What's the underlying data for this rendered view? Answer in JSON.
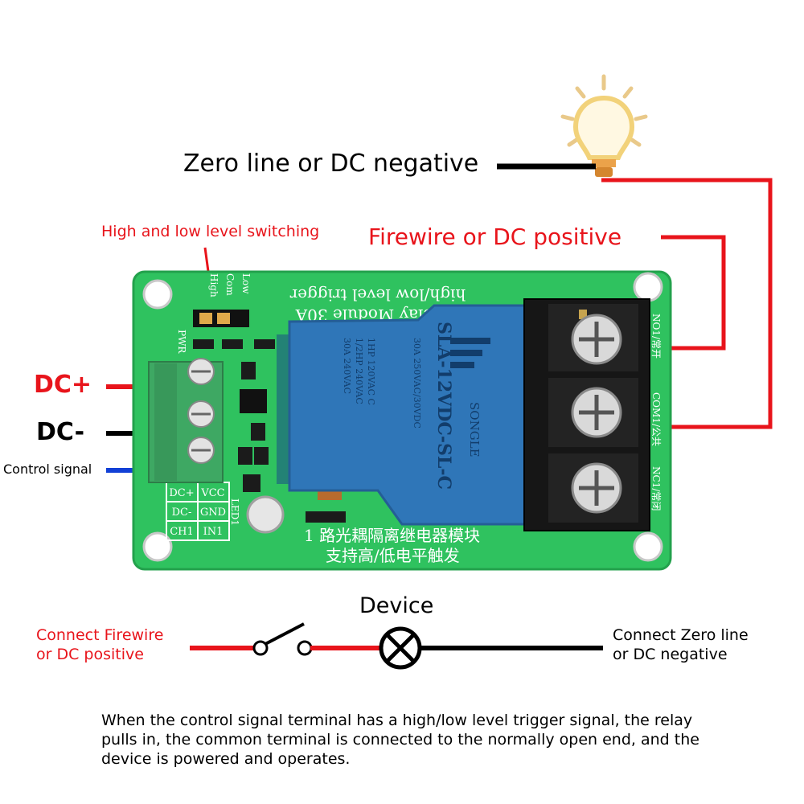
{
  "labels": {
    "zero_line": "Zero line or DC negative",
    "firewire": "Firewire or DC positive",
    "hl_switch": "High and low level switching",
    "dc_plus": "DC+",
    "dc_minus": "DC-",
    "control_signal": "Control signal",
    "device": "Device",
    "connect_firewire": "Connect Firewire\nor DC positive",
    "connect_zero": "Connect Zero line\nor DC negative",
    "description": "When the control signal terminal has a high/low level trigger signal, the relay pulls in, the common terminal is connected to the normally open end, and the device is powered and operates."
  },
  "board": {
    "title_line1": "1 Relay Module 30A",
    "title_line2": "high/low level trigger",
    "jumper_high": "High",
    "jumper_com": "Com",
    "jumper_low": "Low",
    "pwr": "PWR",
    "cn_line1": "1 路光耦隔离继电器模块",
    "cn_line2": "支持高/低电平触发",
    "pins": [
      "DC+",
      "VCC",
      "DC-",
      "GND",
      "CH1",
      "IN1"
    ],
    "led": "LED1",
    "relay_model": "SLA-12VDC-SL-C",
    "relay_brand": "SONGLE",
    "relay_specs": [
      "30A 250VAC/30VDC",
      "1HP 120VAC C",
      "1/2HP 240VAC",
      "30A 240VAC"
    ],
    "terminal_labels": [
      "NO1/常开",
      "COM1/公共",
      "NC1/常闭"
    ]
  },
  "colors": {
    "red": "#e8141b",
    "black": "#000000",
    "blue": "#1240d6",
    "pcb_green": "#2fc25f",
    "relay_blue": "#2f76b8",
    "terminal_green": "#3ea863",
    "bulb_yellow": "#f2d27a"
  },
  "icons": [
    "light-bulb-icon",
    "switch-icon",
    "lamp-icon"
  ]
}
